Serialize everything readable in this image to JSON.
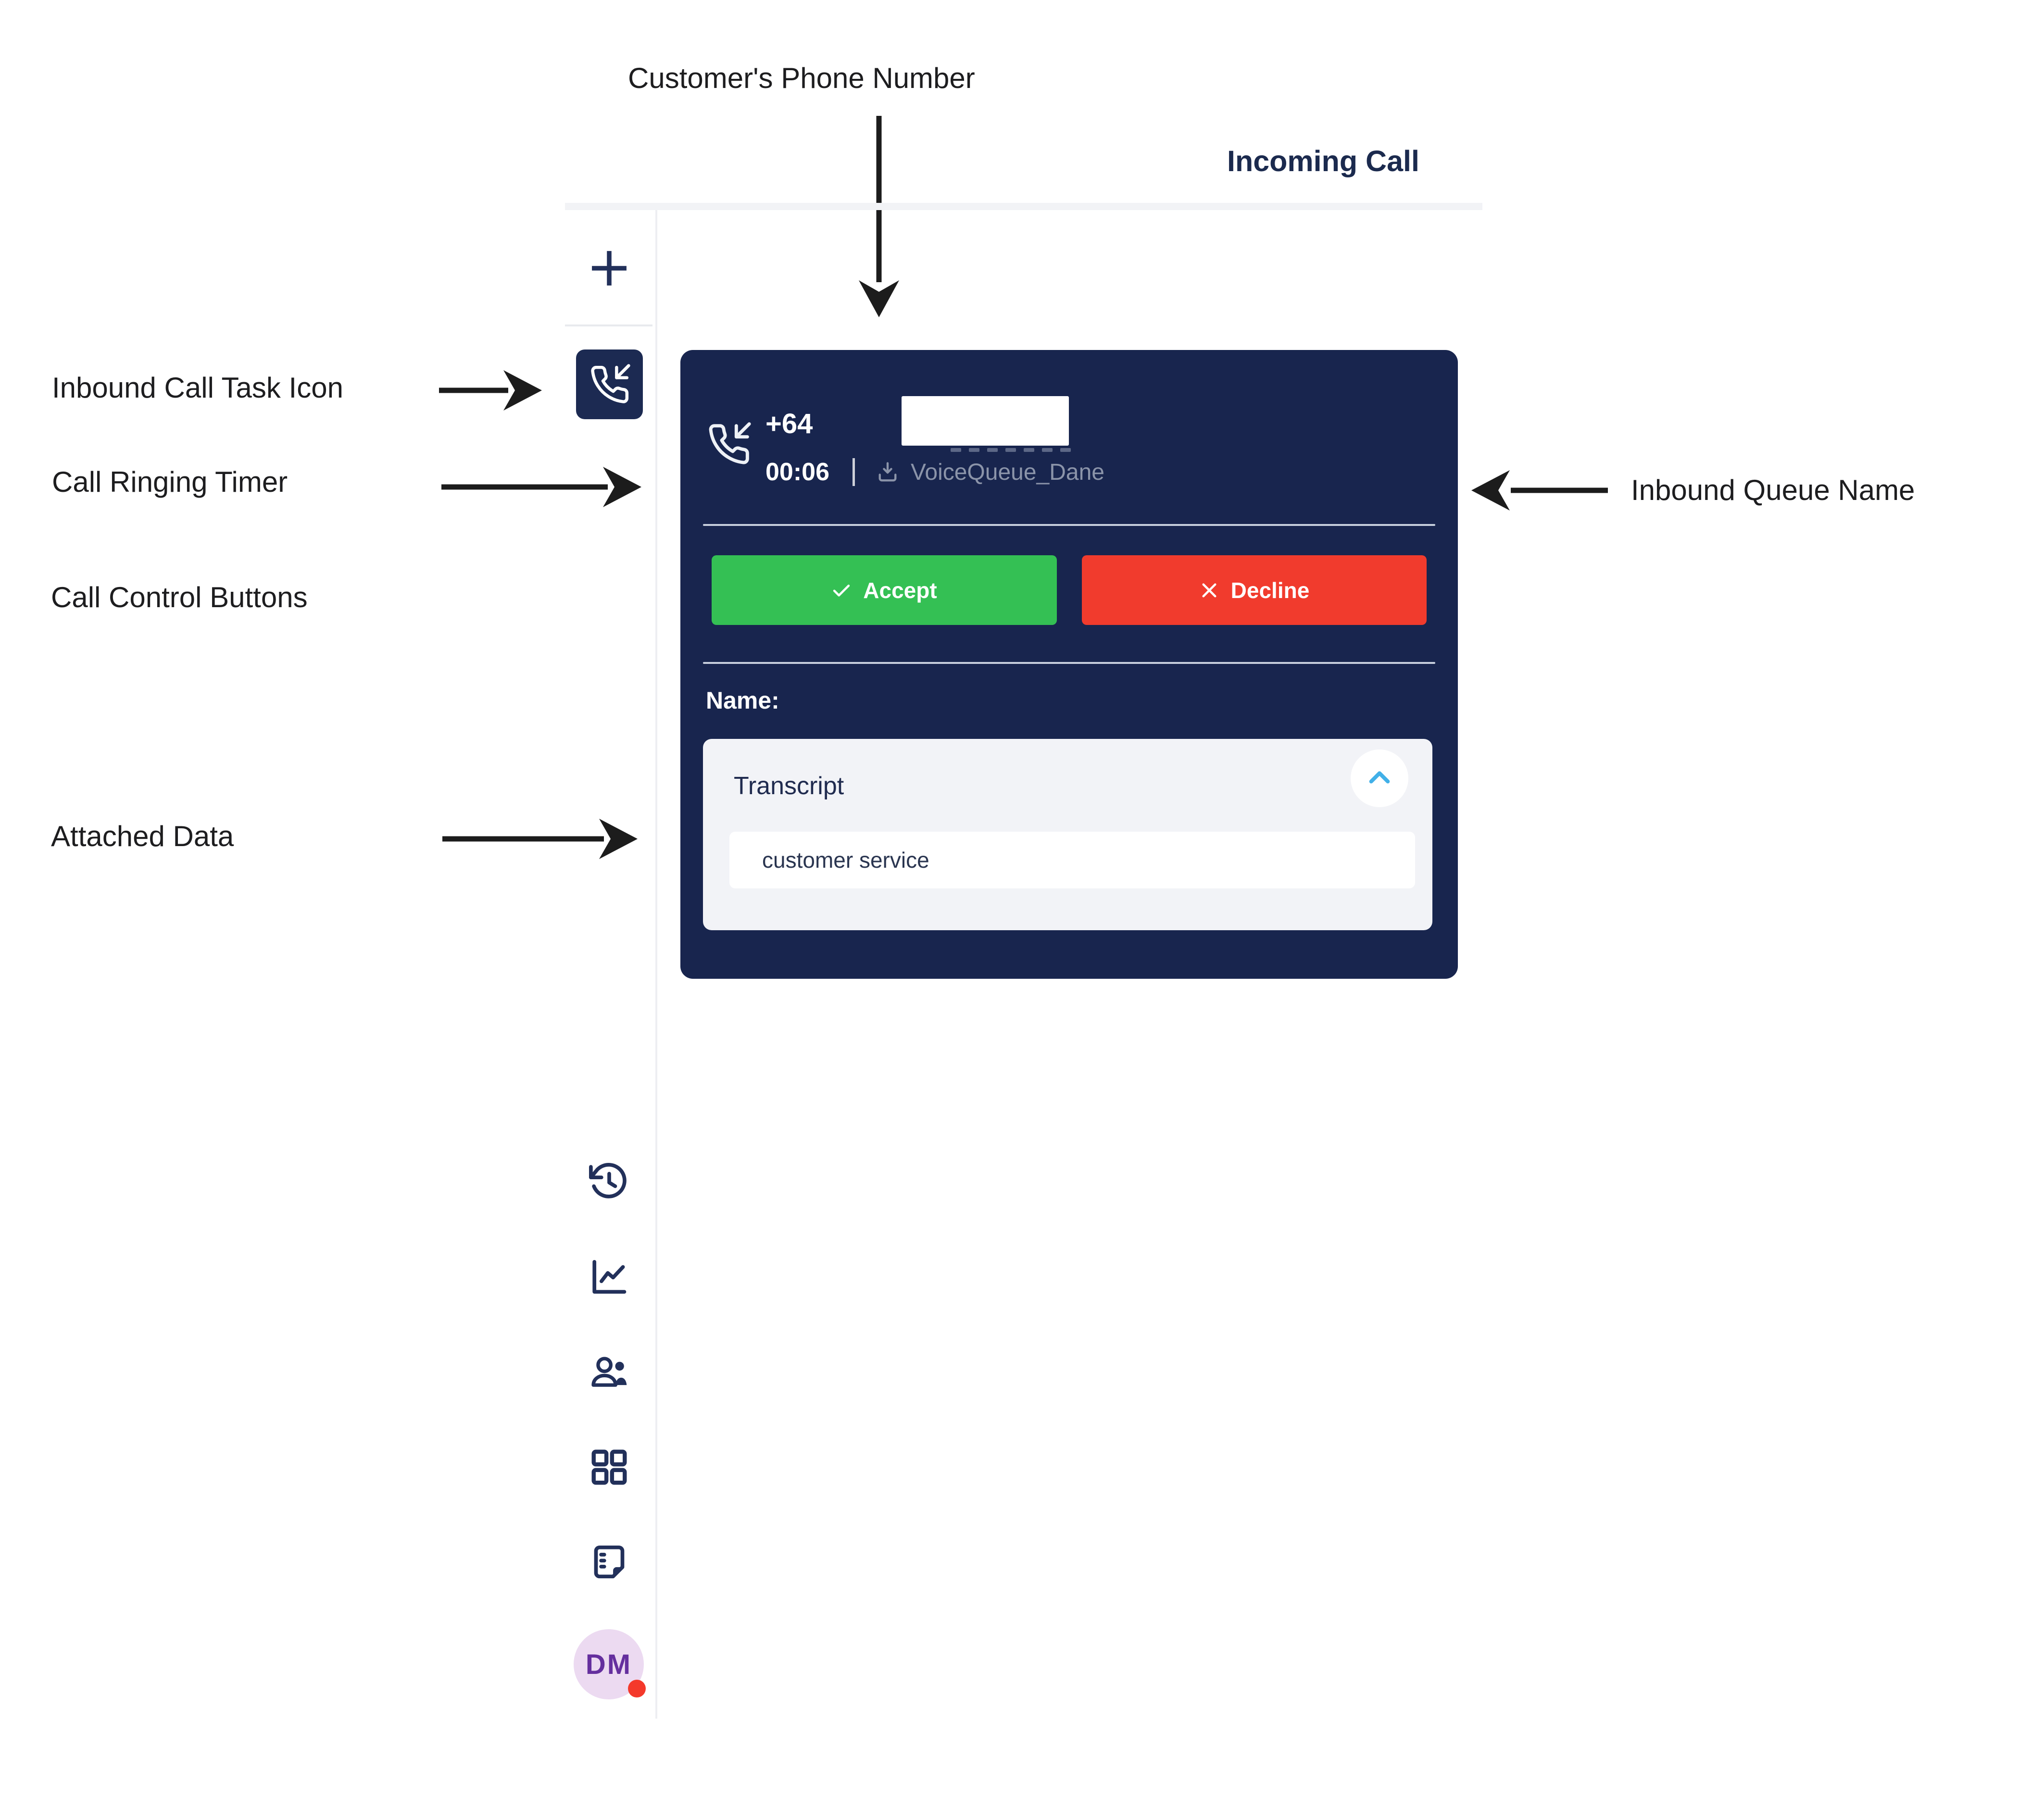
{
  "annotations": {
    "customer_phone": "Customer's Phone Number",
    "inbound_task": "Inbound Call Task Icon",
    "ringing_timer": "Call Ringing Timer",
    "call_control": "Call Control Buttons",
    "attached_data": "Attached Data",
    "inbound_queue": "Inbound Queue Name"
  },
  "header": {
    "title": "Incoming Call"
  },
  "sidebar": {
    "icons": [
      "plus",
      "incoming-call",
      "history",
      "line-chart",
      "contacts",
      "grid",
      "notes"
    ],
    "avatar_initials": "DM",
    "avatar_status": "busy"
  },
  "card": {
    "phone_prefix": "+64",
    "phone_number_redacted": true,
    "timer": "00:06",
    "queue_name": "VoiceQueue_Dane",
    "accept_label": "Accept",
    "decline_label": "Decline",
    "name_label": "Name:",
    "transcript": {
      "title": "Transcript",
      "value": "customer service",
      "state": "expanded"
    }
  },
  "colors": {
    "card_bg": "#18254e",
    "icon_navy": "#22305a",
    "accept_green": "#34c054",
    "decline_red": "#f13b2d",
    "muted_text": "#8b94a9",
    "chevron_blue": "#41b0e8",
    "avatar_bg": "#ecdaf1",
    "avatar_text": "#652f9e",
    "status_red": "#f4392b"
  }
}
